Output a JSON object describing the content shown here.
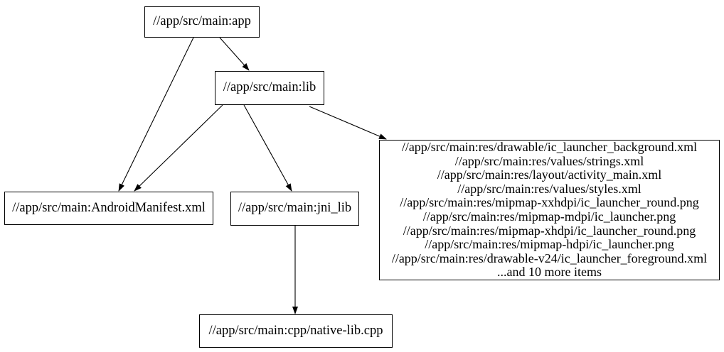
{
  "graph": {
    "background_color": "#ffffff",
    "node_border_color": "#000000",
    "text_color": "#000000",
    "edge_color": "#000000",
    "nodes": {
      "app": {
        "label": "//app/src/main:app"
      },
      "lib": {
        "label": "//app/src/main:lib"
      },
      "manifest": {
        "label": "//app/src/main:AndroidManifest.xml"
      },
      "jni_lib": {
        "label": "//app/src/main:jni_lib"
      },
      "native_lib": {
        "label": "//app/src/main:cpp/native-lib.cpp"
      },
      "resources": {
        "lines": [
          "//app/src/main:res/drawable/ic_launcher_background.xml",
          "//app/src/main:res/values/strings.xml",
          "//app/src/main:res/layout/activity_main.xml",
          "//app/src/main:res/values/styles.xml",
          "//app/src/main:res/mipmap-xxhdpi/ic_launcher_round.png",
          "//app/src/main:res/mipmap-mdpi/ic_launcher.png",
          "//app/src/main:res/mipmap-xhdpi/ic_launcher_round.png",
          "//app/src/main:res/mipmap-hdpi/ic_launcher.png",
          "//app/src/main:res/drawable-v24/ic_launcher_foreground.xml",
          "...and 10 more items"
        ]
      }
    },
    "edges": [
      {
        "from": "//app/src/main:app",
        "to": "//app/src/main:lib"
      },
      {
        "from": "//app/src/main:app",
        "to": "//app/src/main:AndroidManifest.xml"
      },
      {
        "from": "//app/src/main:lib",
        "to": "//app/src/main:AndroidManifest.xml"
      },
      {
        "from": "//app/src/main:lib",
        "to": "//app/src/main:jni_lib"
      },
      {
        "from": "//app/src/main:lib",
        "to": "//app/src/main:res (resource files group)"
      },
      {
        "from": "//app/src/main:jni_lib",
        "to": "//app/src/main:cpp/native-lib.cpp"
      }
    ]
  }
}
